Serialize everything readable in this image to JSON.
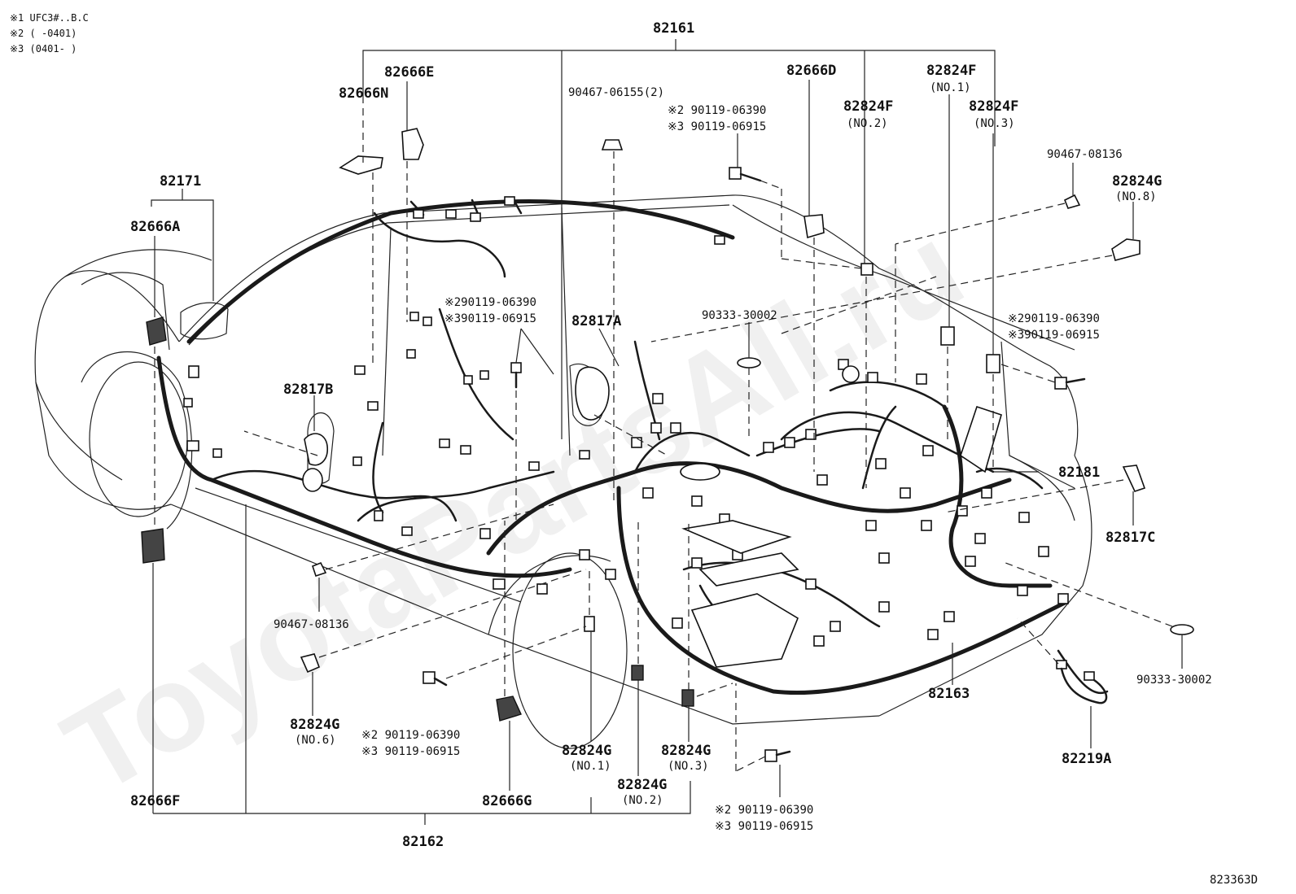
{
  "notes": [
    "※1 UFC3#..B.C",
    "※2 (     -0401)",
    "※3 (0401-     )"
  ],
  "watermark": "ToyotaPartsAll.ru",
  "diagram_code": "823363D",
  "labels": {
    "p82161": "82161",
    "p82162": "82162",
    "p82163": "82163",
    "p82171": "82171",
    "p82181": "82181",
    "p82219A": "82219A",
    "p82666A": "82666A",
    "p82666D": "82666D",
    "p82666E": "82666E",
    "p82666F": "82666F",
    "p82666G": "82666G",
    "p82666N": "82666N",
    "p82817A": "82817A",
    "p82817B": "82817B",
    "p82817C": "82817C",
    "p82824F_no1": "82824F",
    "p82824F_no1_sub": "(NO.1)",
    "p82824F_no2": "82824F",
    "p82824F_no2_sub": "(NO.2)",
    "p82824F_no3": "82824F",
    "p82824F_no3_sub": "(NO.3)",
    "p82824G_no8": "82824G",
    "p82824G_no8_sub": "(NO.8)",
    "p82824G_no6": "82824G",
    "p82824G_no6_sub": "(NO.6)",
    "p82824G_no1": "82824G",
    "p82824G_no1_sub": "(NO.1)",
    "p82824G_no2": "82824G",
    "p82824G_no2_sub": "(NO.2)",
    "p82824G_no3": "82824G",
    "p82824G_no3_sub": "(NO.3)",
    "clip_9046706155": "90467-06155(2)",
    "clip_9046708136_top": "90467-08136",
    "clip_9046708136_bottom": "90467-08136",
    "plug_9033330002_mid": "90333-30002",
    "plug_9033330002_right": "90333-30002",
    "bolt_top_a": "※2 90119-06390",
    "bolt_top_b": "※3 90119-06915",
    "bolt_mid_a": "※290119-06390",
    "bolt_mid_b": "※390119-06915",
    "bolt_right_a": "※290119-06390",
    "bolt_right_b": "※390119-06915",
    "bolt_low_left_a": "※2 90119-06390",
    "bolt_low_left_b": "※3 90119-06915",
    "bolt_bottom_a": "※2 90119-06390",
    "bolt_bottom_b": "※3 90119-06915"
  }
}
